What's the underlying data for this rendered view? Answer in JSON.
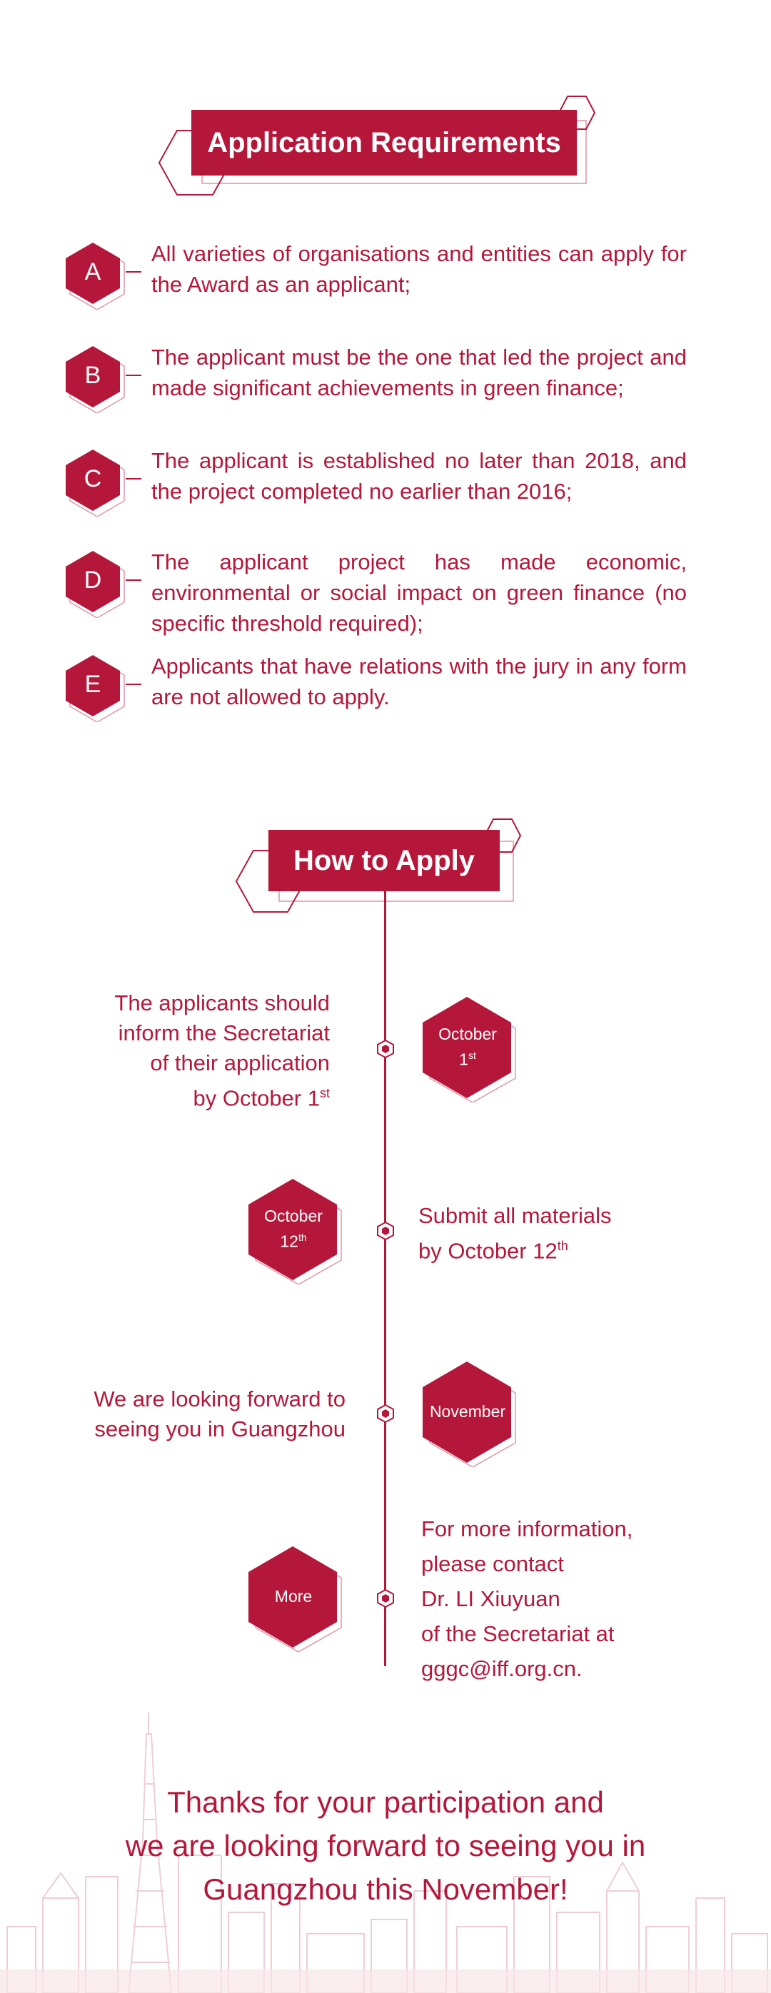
{
  "requirements": {
    "title": "Application Requirements",
    "items": [
      {
        "letter": "A",
        "text": "All varieties of organisations and entities can apply for the Award as an applicant;"
      },
      {
        "letter": "B",
        "text": "The applicant must be the one that led the project and made significant achievements in green finance;"
      },
      {
        "letter": "C",
        "text": "The applicant is established no later than 2018, and the project completed no earlier than 2016;"
      },
      {
        "letter": "D",
        "text": "The applicant project has made economic, environmental or social impact on green finance (no specific threshold required);"
      },
      {
        "letter": "E",
        "text": "Applicants that have relations with the jury in any form are not allowed to apply."
      }
    ]
  },
  "how_to_apply": {
    "title": "How to Apply",
    "steps": [
      {
        "hex_label": "October",
        "hex_label_2": "1",
        "hex_suffix": "st",
        "text_lines": [
          "The applicants should",
          "inform the Secretariat",
          "of their application"
        ],
        "text_last": "by October 1",
        "text_last_suffix": "st"
      },
      {
        "hex_label": "October",
        "hex_label_2": "12",
        "hex_suffix": "th",
        "text_lines": [
          "Submit all materials"
        ],
        "text_last": "by October 12",
        "text_last_suffix": "th"
      },
      {
        "hex_label": "November",
        "text_lines": [
          "We are looking forward to",
          "seeing you in Guangzhou"
        ]
      },
      {
        "hex_label": "More",
        "text_lines": [
          "For more information,",
          "please contact",
          "Dr. LI Xiuyuan",
          "of the Secretariat at",
          "gggc@iff.org.cn."
        ]
      }
    ]
  },
  "footer": {
    "thanks_lines": [
      "Thanks for your participation and",
      "we are looking forward to seeing you in",
      "Guangzhou this November!"
    ]
  },
  "colors": {
    "accent": "#b5173a",
    "skyline": "#f3d9df"
  }
}
